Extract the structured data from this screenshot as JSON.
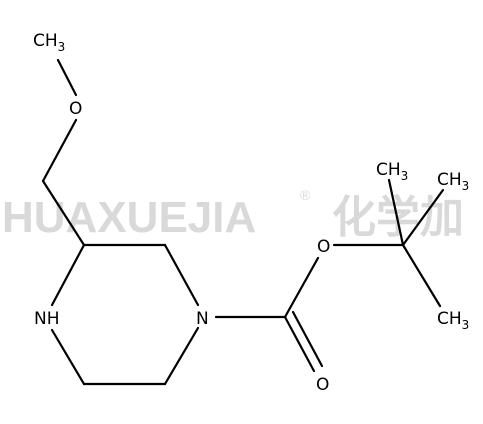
{
  "watermark": {
    "text": "HUAXUEJIA",
    "registered": "®",
    "cjk": "化学加",
    "color": "#d9d9d9"
  },
  "atoms": {
    "methyl_top": {
      "main": "CH",
      "sub": "3"
    },
    "ether_o": "O",
    "amine": "NH",
    "amide_n": "N",
    "ester_o": "O",
    "carbonyl_o": "O",
    "tbu_methyl_a": {
      "main": "CH",
      "sub": "3"
    },
    "tbu_methyl_b": {
      "main": "CH",
      "sub": "3"
    },
    "tbu_methyl_c": {
      "main": "CH",
      "sub": "3"
    }
  },
  "colors": {
    "bond": "#000000",
    "text": "#000000"
  }
}
